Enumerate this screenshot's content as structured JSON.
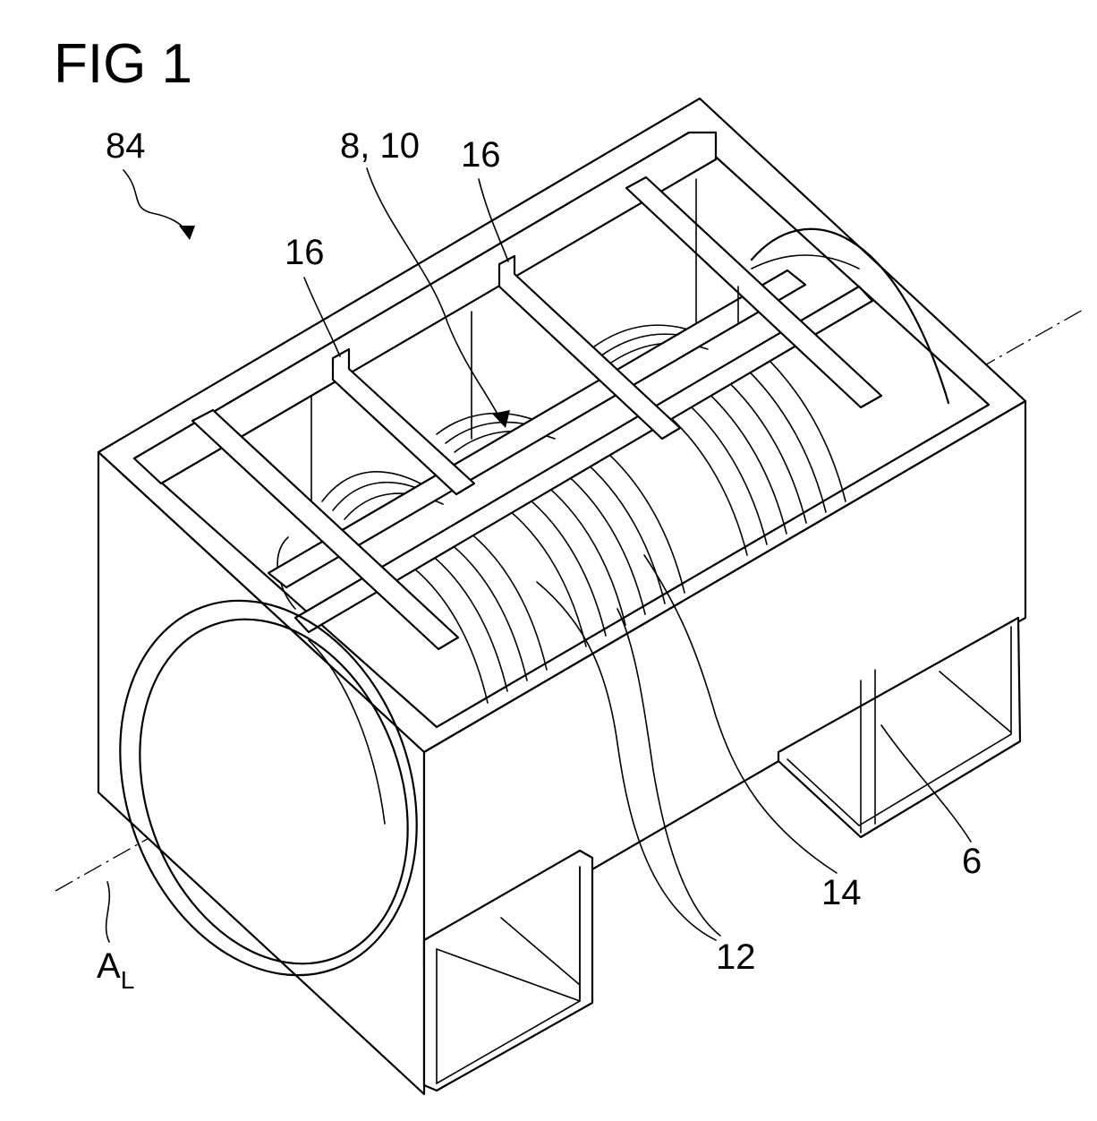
{
  "figure": {
    "title": "FIG 1",
    "labels": {
      "assembly": "84",
      "coil_ref": "8, 10",
      "rib_top": "16",
      "rib_left": "16",
      "windings": "12",
      "support": "14",
      "housing": "6",
      "axis_main": "A",
      "axis_sub": "L"
    }
  }
}
